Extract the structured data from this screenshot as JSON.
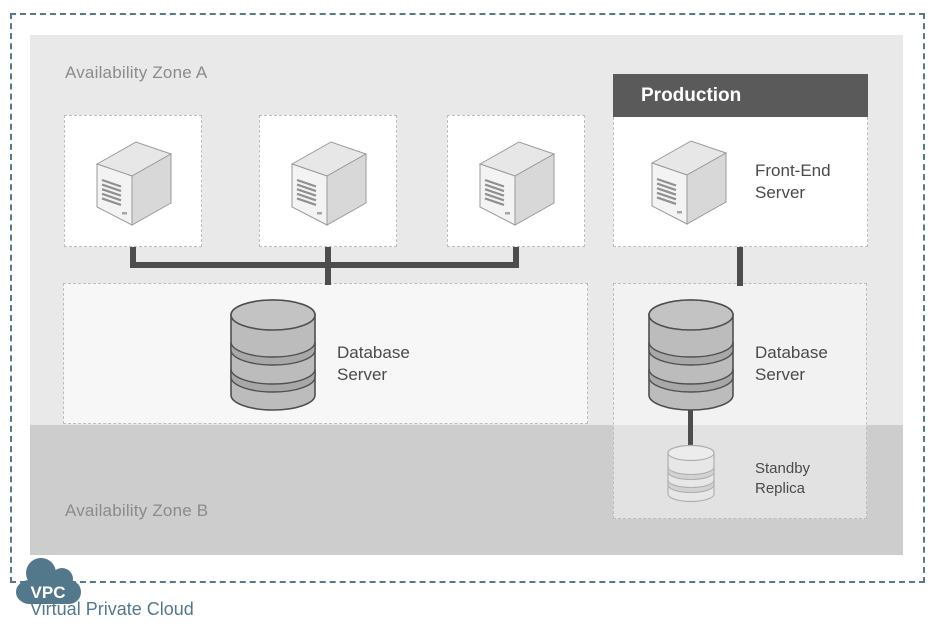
{
  "vpc": {
    "badge": "VPC",
    "title": "Virtual Private Cloud"
  },
  "zone_a": {
    "label": "Availability Zone A",
    "database_server": {
      "line1": "Database",
      "line2": "Server"
    }
  },
  "zone_b": {
    "label": "Availability Zone B"
  },
  "production": {
    "header": "Production",
    "front_end_server": {
      "line1": "Front-End",
      "line2": "Server"
    },
    "database_server": {
      "line1": "Database",
      "line2": "Server"
    },
    "standby_replica": {
      "line1": "Standby",
      "line2": "Replica"
    }
  },
  "colors": {
    "vpc_border": "#58798a",
    "vpc_accent": "#54788b",
    "zone_a_bg": "#e9e9e9",
    "zone_b_bg": "#cdcdcd",
    "production_header_bg": "#5a5a5a",
    "connector": "#4d4d4d",
    "database_fill": "#bcbcbc",
    "database_band": "#a8a8a8",
    "standby_fill": "#e7e7e7",
    "label_text": "#4a4a4a",
    "zone_label_text": "#8b8b8b"
  }
}
